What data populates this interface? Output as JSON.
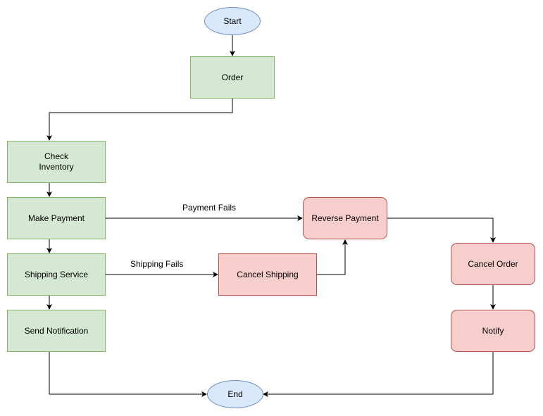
{
  "nodes": {
    "start": "Start",
    "order": "Order",
    "check_inventory": "Check\nInventory",
    "make_payment": "Make Payment",
    "shipping_service": "Shipping Service",
    "send_notification": "Send Notification",
    "end": "End",
    "reverse_payment": "Reverse Payment",
    "cancel_shipping": "Cancel Shipping",
    "cancel_order": "Cancel Order",
    "notify": "Notify"
  },
  "edge_labels": {
    "payment_fails": "Payment Fails",
    "shipping_fails": "Shipping Fails"
  },
  "colors": {
    "terminal_fill": "#dae8fc",
    "terminal_stroke": "#6c8ebf",
    "step_fill": "#d5e8d4",
    "step_stroke": "#82b366",
    "compensation_fill": "#f8cecc",
    "compensation_stroke": "#b85450"
  }
}
